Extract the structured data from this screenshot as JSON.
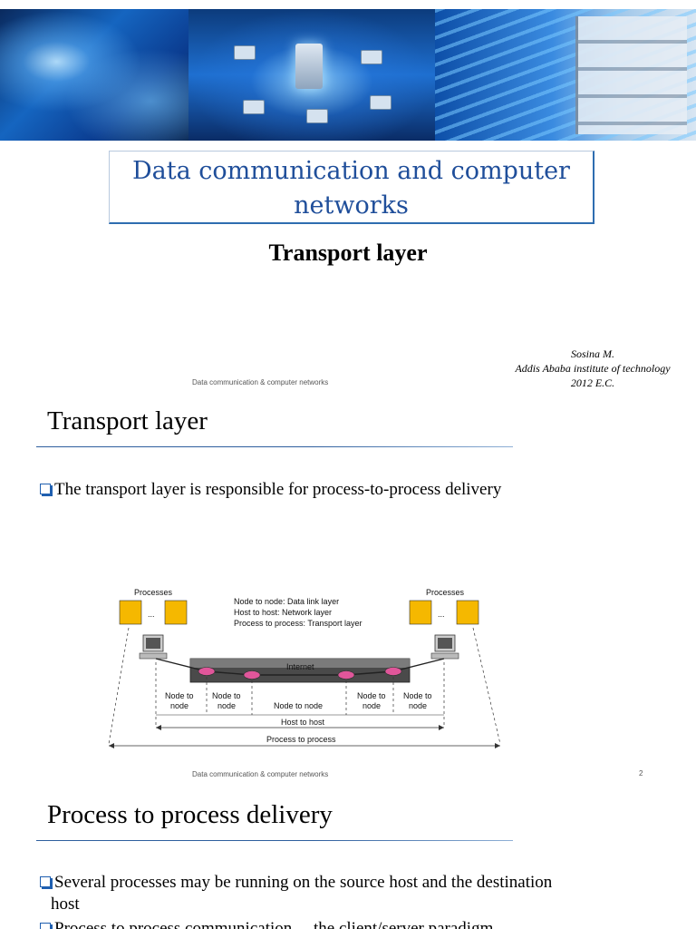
{
  "slide1": {
    "title_line1": "Data communication and computer",
    "title_line2": "networks",
    "subtitle": "Transport layer",
    "author_name": "Sosina M.",
    "institution": "Addis Ababa institute of technology",
    "year": "2012 E.C.",
    "footer": "Data communication & computer networks"
  },
  "slide2": {
    "heading": "Transport layer",
    "bullet1": "The transport layer is responsible for process-to-process delivery",
    "footer": "Data communication & computer networks",
    "page_number": "2",
    "diagram": {
      "processes_left": "Processes",
      "processes_right": "Processes",
      "ellipsis": "...",
      "legend_line1": "Node to node: Data link layer",
      "legend_line2": "Host to host: Network layer",
      "legend_line3": "Process to process: Transport layer",
      "internet_label": "Internet",
      "seg1_line1": "Node to",
      "seg1_line2": "node",
      "seg2_line1": "Node to",
      "seg2_line2": "node",
      "seg3": "Node to node",
      "seg4_line1": "Node to",
      "seg4_line2": "node",
      "seg5_line1": "Node to",
      "seg5_line2": "node",
      "host_to_host": "Host to host",
      "process_to_process": "Process to process"
    }
  },
  "slide3": {
    "heading": "Process to process delivery",
    "bullet1_line1": "Several processes may be running on the source host and the destination",
    "bullet1_line2": "host",
    "bullet2_partial": "Process to process communication ... the client/server paradigm"
  },
  "colors": {
    "title_blue": "#1f4e9a",
    "rule_blue": "#2f5f9e",
    "router_pink": "#e0569a",
    "doc_orange": "#f5b800"
  }
}
